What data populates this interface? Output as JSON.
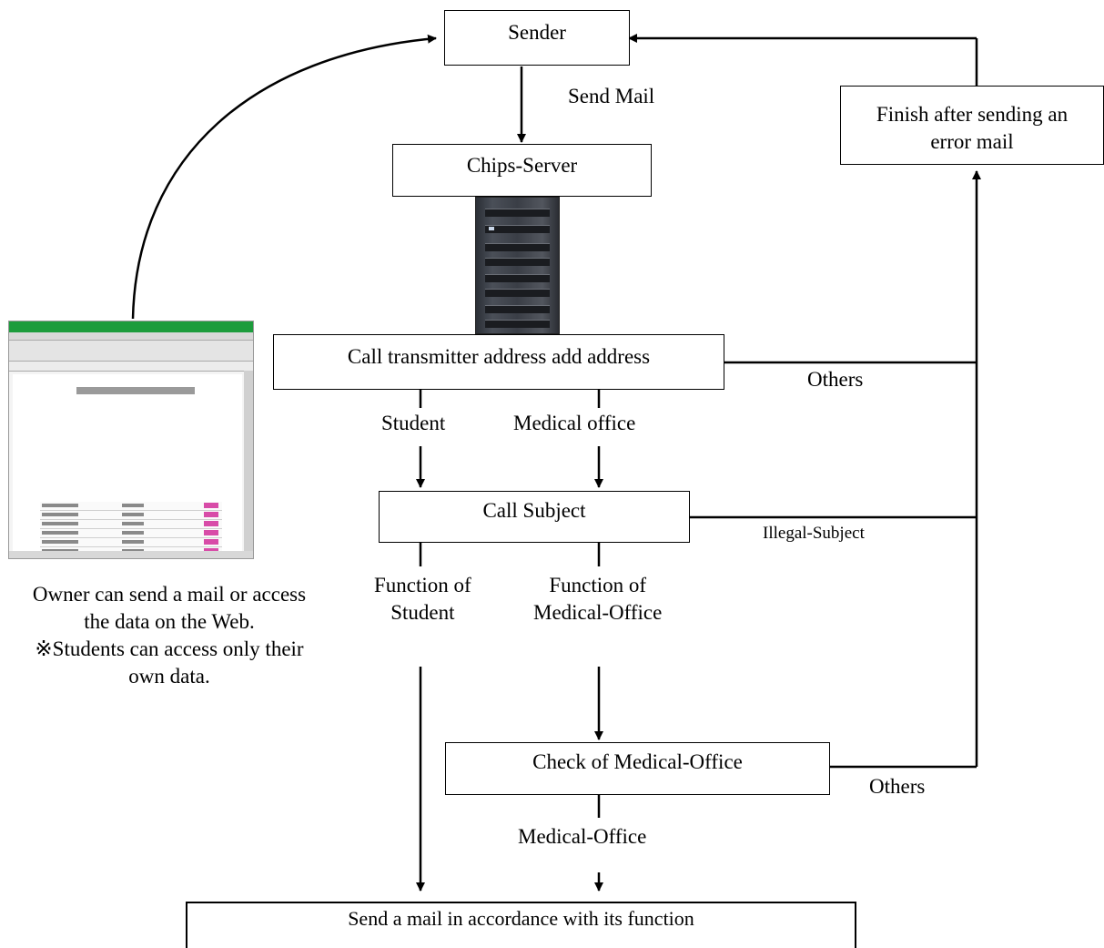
{
  "nodes": {
    "sender": "Sender",
    "chips_server": "Chips-Server",
    "call_transmitter": "Call transmitter address add address",
    "call_subject": "Call Subject",
    "check_medical": "Check of Medical-Office",
    "send_function": "Send a mail in accordance with its function",
    "finish_error_line1": "Finish after sending an",
    "finish_error_line2": "error mail"
  },
  "edge_labels": {
    "send_mail": "Send Mail",
    "others_1": "Others",
    "student": "Student",
    "medical_office": "Medical office",
    "illegal_subject": "Illegal-Subject",
    "function_student_line1": "Function of",
    "function_student_line2": "Student",
    "function_medical_line1": "Function of",
    "function_medical_line2": "Medical-Office",
    "others_2": "Others",
    "medical_office_check": "Medical-Office"
  },
  "caption": {
    "line1": "Owner can send a mail or access",
    "line2": "the data on the Web.",
    "line3": "※Students can access only their",
    "line4": "own data."
  }
}
